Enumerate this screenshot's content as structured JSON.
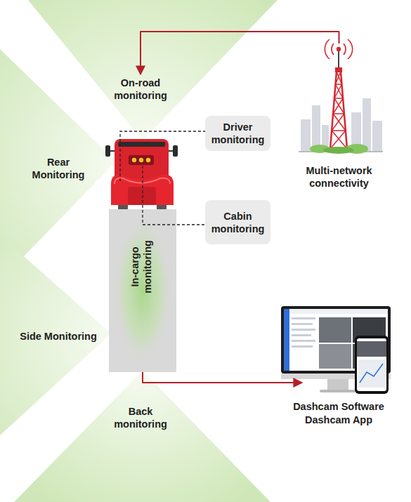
{
  "diagram": {
    "nodes": [
      {
        "text": [
          "On-road monitoring"
        ]
      },
      {
        "text": [
          "Driver monitoring"
        ]
      },
      {
        "text": [
          "Multi-network connectivity"
        ]
      },
      {
        "text": [
          "Cabin monitoring"
        ]
      },
      {
        "text": [
          "In-cargo monitoring"
        ]
      },
      {
        "text": [
          "Dashcam Software",
          "Dashcam App"
        ]
      }
    ],
    "edges": [
      {
        "from": 2,
        "to": 0,
        "arrow": "to"
      },
      {
        "from": 4,
        "to": 5,
        "arrow": "to"
      }
    ],
    "labels": [
      "Rear Monitoring",
      "Side Monitoring",
      "Back monitoring"
    ]
  }
}
